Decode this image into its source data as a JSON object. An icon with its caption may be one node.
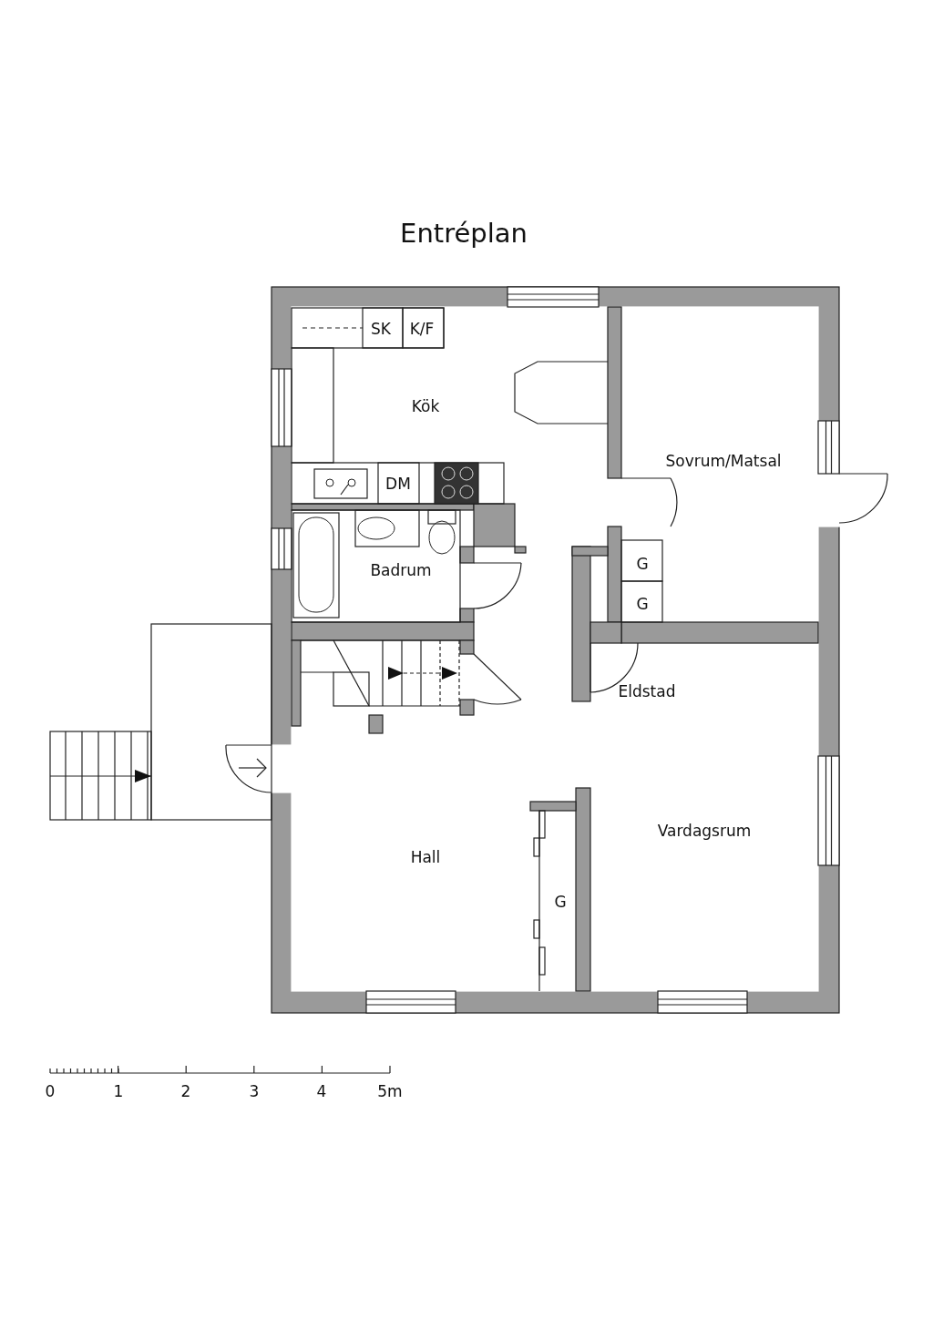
{
  "diagram": {
    "title": "Entréplan",
    "labels": [
      "SK",
      "K/F",
      "Kök",
      "DM",
      "Sovrum/Matsal",
      "Badrum",
      "G",
      "G",
      "Eldstad",
      "Vardagsrum",
      "Hall",
      "G",
      "0",
      "1",
      "2",
      "3",
      "4",
      "5m"
    ]
  }
}
